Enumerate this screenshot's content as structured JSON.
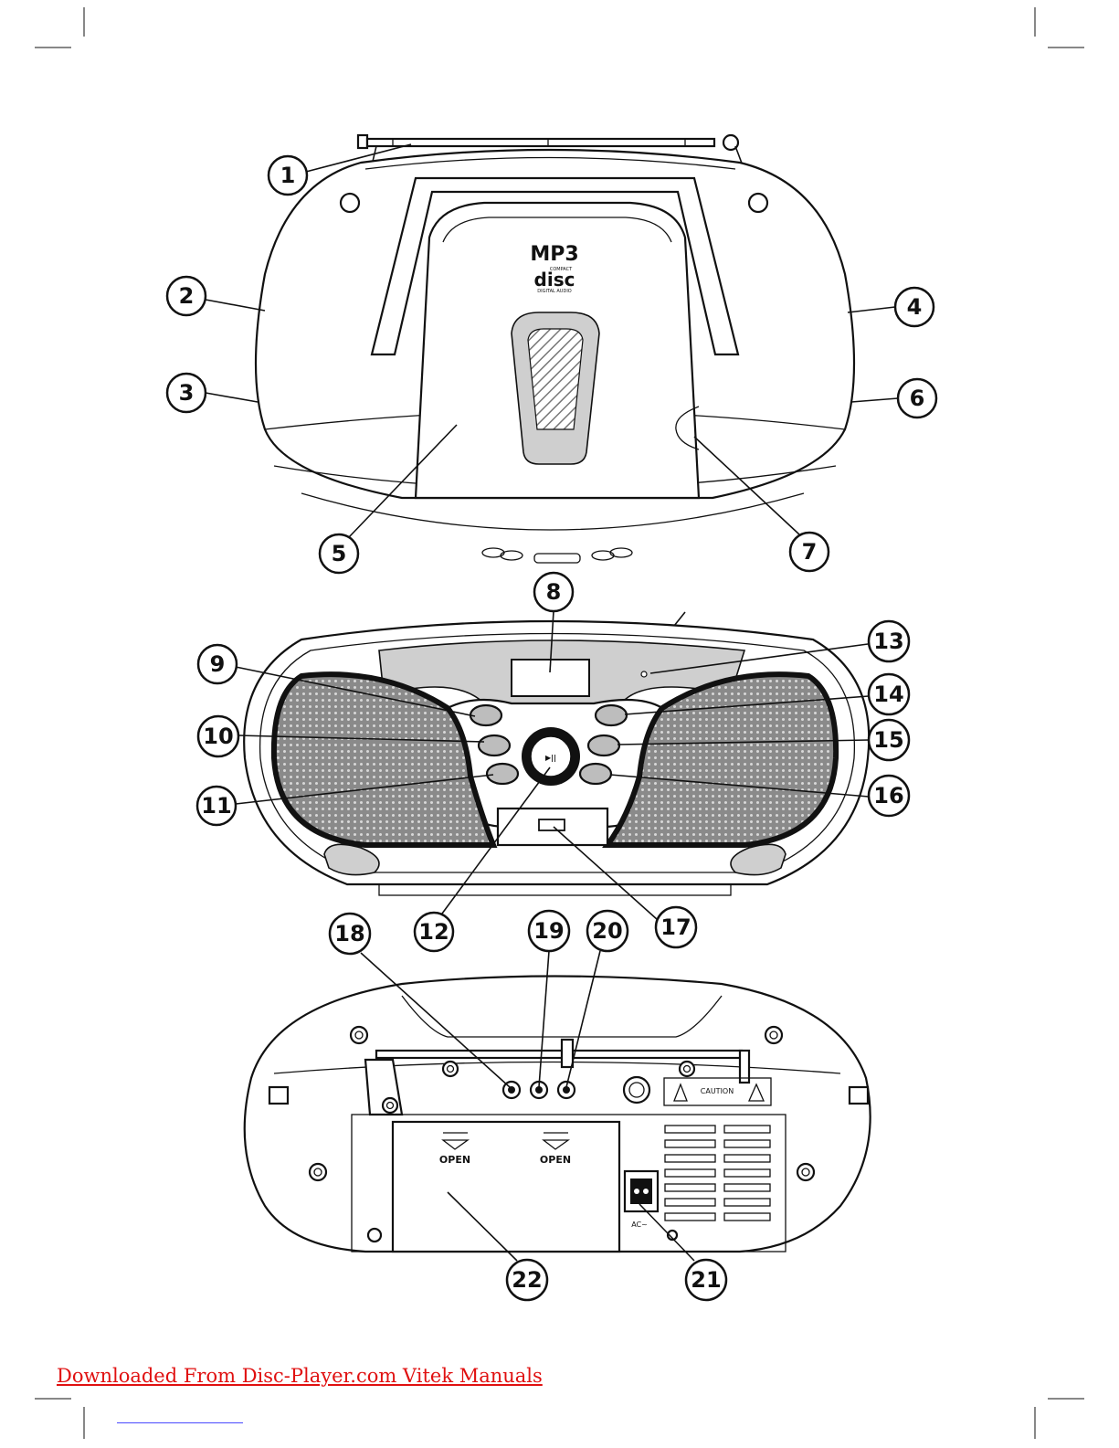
{
  "callouts": [
    "1",
    "2",
    "3",
    "4",
    "5",
    "6",
    "7",
    "8",
    "9",
    "10",
    "11",
    "12",
    "13",
    "14",
    "15",
    "16",
    "17",
    "18",
    "19",
    "20",
    "21",
    "22"
  ],
  "device_text": {
    "mp3_logo": "MP3",
    "disc_logo": "disc",
    "disc_compact": "COMPACT",
    "disc_digital": "DIGITAL AUDIO",
    "play_symbol": "▶||",
    "open_left": "OPEN",
    "open_right": "OPEN",
    "caution": "CAUTION",
    "ac_label": "AC~"
  },
  "footer": {
    "link_text": "Downloaded From Disc-Player.com Vitek Manuals",
    "link_color": "#e01010"
  }
}
